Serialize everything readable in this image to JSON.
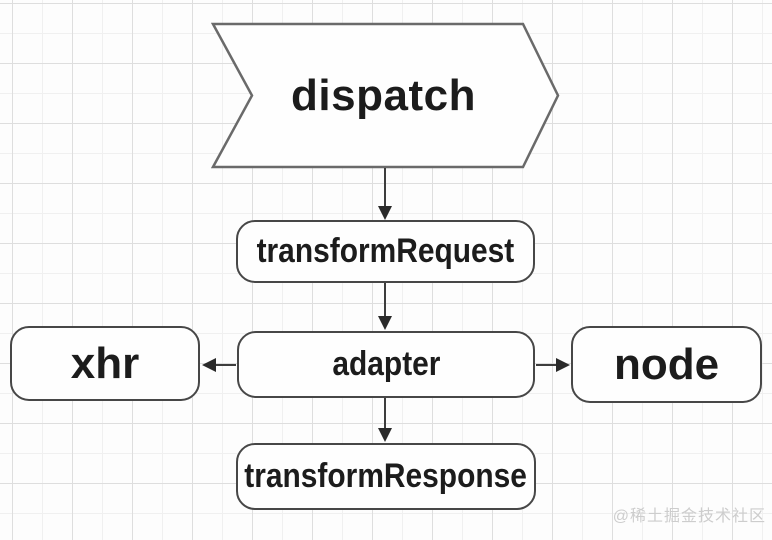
{
  "diagram": {
    "banner": {
      "label": "dispatch",
      "shape": "right-pointing-banner"
    },
    "nodes": {
      "transform_request": {
        "label": "transformRequest"
      },
      "adapter": {
        "label": "adapter"
      },
      "xhr": {
        "label": "xhr"
      },
      "node": {
        "label": "node"
      },
      "transform_response": {
        "label": "transformResponse"
      }
    },
    "edges": [
      {
        "from": "dispatch",
        "to": "transformRequest",
        "direction": "down"
      },
      {
        "from": "transformRequest",
        "to": "adapter",
        "direction": "down"
      },
      {
        "from": "adapter",
        "to": "xhr",
        "direction": "left"
      },
      {
        "from": "adapter",
        "to": "node",
        "direction": "right"
      },
      {
        "from": "adapter",
        "to": "transformResponse",
        "direction": "down"
      }
    ],
    "colors": {
      "background": "#fdfdfd",
      "grid_major": "#dedede",
      "grid_minor": "#f0f0f0",
      "box_border": "#474747",
      "banner_border": "#6a6a6a",
      "text": "#1c1c1c",
      "arrow": "#3d3d3d"
    }
  },
  "watermark": {
    "text": "@稀土掘金技术社区",
    "color": "#cdcdcd"
  }
}
